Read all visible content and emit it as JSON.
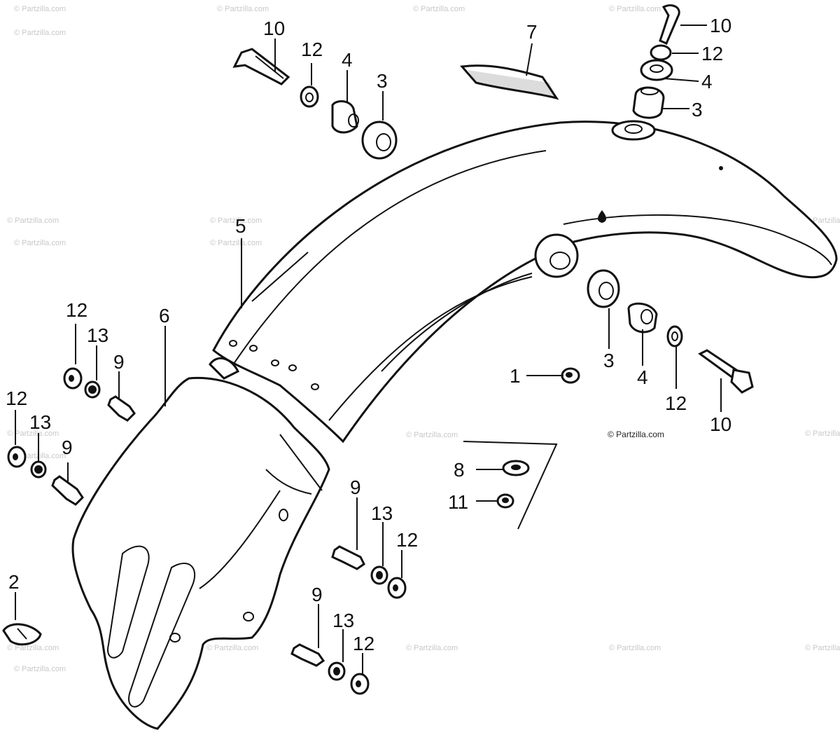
{
  "watermark": "© Partzilla.com",
  "credit": "© Partzilla.com",
  "callouts": {
    "c1": "1",
    "c2": "2",
    "c3a": "3",
    "c3b": "3",
    "c3c": "3",
    "c4a": "4",
    "c4b": "4",
    "c4c": "4",
    "c5": "5",
    "c6": "6",
    "c7": "7",
    "c8": "8",
    "c9a": "9",
    "c9b": "9",
    "c9c": "9",
    "c9d": "9",
    "c10a": "10",
    "c10b": "10",
    "c10c": "10",
    "c11": "11",
    "c12a": "12",
    "c12b": "12",
    "c12c": "12",
    "c12d": "12",
    "c12e": "12",
    "c12f": "12",
    "c12g": "12",
    "c13a": "13",
    "c13b": "13",
    "c13c": "13",
    "c13d": "13"
  }
}
